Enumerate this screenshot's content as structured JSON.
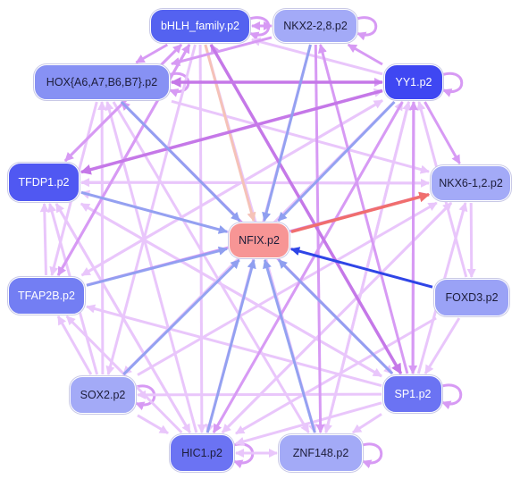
{
  "colors": {
    "edge_light": "#e9c6fb",
    "edge_medium": "#d79af4",
    "edge_strong": "#c578e8",
    "edge_blue": "#8f9ff0",
    "edge_deep_blue": "#2e45e6",
    "edge_red": "#f06e6e",
    "edge_peach": "#f5c2b8"
  },
  "nodes": [
    {
      "id": "bhlh",
      "label": "bHLH_family.p2",
      "fill": "#5462f0",
      "text": "#ffffff"
    },
    {
      "id": "nkx22",
      "label": "NKX2-2,8.p2",
      "fill": "#a3aaf7",
      "text": "#1d1d3a"
    },
    {
      "id": "hox",
      "label": "HOX{A6,A7,B6,B7}.p2",
      "fill": "#8791f4",
      "text": "#1d1d3a"
    },
    {
      "id": "yy1",
      "label": "YY1.p2",
      "fill": "#3f47f2",
      "text": "#ffffff"
    },
    {
      "id": "tfdp1",
      "label": "TFDP1.p2",
      "fill": "#5058f2",
      "text": "#ffffff"
    },
    {
      "id": "nkx61",
      "label": "NKX6-1,2.p2",
      "fill": "#a3aaf7",
      "text": "#1d1d3a"
    },
    {
      "id": "nfix",
      "label": "NFIX.p2",
      "fill": "#f79595",
      "text": "#1d1d3a"
    },
    {
      "id": "tfap2b",
      "label": "TFAP2B.p2",
      "fill": "#737ef3",
      "text": "#ffffff"
    },
    {
      "id": "foxd3",
      "label": "FOXD3.p2",
      "fill": "#9aa2f6",
      "text": "#1d1d3a"
    },
    {
      "id": "sox2",
      "label": "SOX2.p2",
      "fill": "#a3aaf7",
      "text": "#1d1d3a"
    },
    {
      "id": "sp1",
      "label": "SP1.p2",
      "fill": "#6b73f3",
      "text": "#ffffff"
    },
    {
      "id": "hic1",
      "label": "HIC1.p2",
      "fill": "#6b73f3",
      "text": "#1d1d3a"
    },
    {
      "id": "znf148",
      "label": "ZNF148.p2",
      "fill": "#a3aaf7",
      "text": "#1d1d3a"
    }
  ],
  "edges": [
    {
      "from": "bhlh",
      "to": "nkx22",
      "style": "medium"
    },
    {
      "from": "nkx22",
      "to": "bhlh",
      "style": "medium"
    },
    {
      "from": "bhlh",
      "to": "hox",
      "style": "medium"
    },
    {
      "from": "bhlh",
      "to": "tfdp1",
      "style": "medium"
    },
    {
      "from": "bhlh",
      "to": "tfap2b",
      "style": "medium"
    },
    {
      "from": "bhlh",
      "to": "sox2",
      "style": "light"
    },
    {
      "from": "bhlh",
      "to": "hic1",
      "style": "light"
    },
    {
      "from": "bhlh",
      "to": "znf148",
      "style": "light"
    },
    {
      "from": "bhlh",
      "to": "sp1",
      "style": "strong"
    },
    {
      "from": "bhlh",
      "to": "nfix",
      "style": "peach"
    },
    {
      "from": "nkx22",
      "to": "nfix",
      "style": "blue"
    },
    {
      "from": "nkx22",
      "to": "hic1",
      "style": "light"
    },
    {
      "from": "nkx22",
      "to": "znf148",
      "style": "medium"
    },
    {
      "from": "nkx22",
      "to": "hox",
      "style": "medium"
    },
    {
      "from": "yy1",
      "to": "nkx22",
      "style": "medium"
    },
    {
      "from": "yy1",
      "to": "bhlh",
      "style": "light"
    },
    {
      "from": "yy1",
      "to": "hox",
      "style": "strong"
    },
    {
      "from": "yy1",
      "to": "tfdp1",
      "style": "strong"
    },
    {
      "from": "yy1",
      "to": "tfap2b",
      "style": "light"
    },
    {
      "from": "yy1",
      "to": "nkx61",
      "style": "medium"
    },
    {
      "from": "yy1",
      "to": "nfix",
      "style": "blue"
    },
    {
      "from": "yy1",
      "to": "hic1",
      "style": "medium"
    },
    {
      "from": "yy1",
      "to": "znf148",
      "style": "light"
    },
    {
      "from": "yy1",
      "to": "sox2",
      "style": "light"
    },
    {
      "from": "yy1",
      "to": "sp1",
      "style": "medium"
    },
    {
      "from": "hox",
      "to": "nfix",
      "style": "blue"
    },
    {
      "from": "hox",
      "to": "yy1",
      "style": "medium"
    },
    {
      "from": "hox",
      "to": "nkx61",
      "style": "light"
    },
    {
      "from": "hox",
      "to": "sp1",
      "style": "light"
    },
    {
      "from": "hox",
      "to": "znf148",
      "style": "light"
    },
    {
      "from": "hox",
      "to": "tfap2b",
      "style": "light"
    },
    {
      "from": "tfdp1",
      "to": "nfix",
      "style": "blue"
    },
    {
      "from": "tfdp1",
      "to": "nkx61",
      "style": "light"
    },
    {
      "from": "tfdp1",
      "to": "hic1",
      "style": "light"
    },
    {
      "from": "tfdp1",
      "to": "sp1",
      "style": "light"
    },
    {
      "from": "tfdp1",
      "to": "bhlh",
      "style": "medium"
    },
    {
      "from": "tfdp1",
      "to": "yy1",
      "style": "light"
    },
    {
      "from": "tfap2b",
      "to": "tfdp1",
      "style": "light"
    },
    {
      "from": "tfap2b",
      "to": "nfix",
      "style": "blue"
    },
    {
      "from": "tfap2b",
      "to": "nkx61",
      "style": "medium"
    },
    {
      "from": "tfap2b",
      "to": "yy1",
      "style": "light"
    },
    {
      "from": "tfap2b",
      "to": "bhlh",
      "style": "medium"
    },
    {
      "from": "sox2",
      "to": "tfap2b",
      "style": "light"
    },
    {
      "from": "sox2",
      "to": "nfix",
      "style": "blue"
    },
    {
      "from": "sox2",
      "to": "nkx61",
      "style": "light"
    },
    {
      "from": "sox2",
      "to": "hox",
      "style": "light"
    },
    {
      "from": "sox2",
      "to": "tfdp1",
      "style": "light"
    },
    {
      "from": "sox2",
      "to": "hic1",
      "style": "light"
    },
    {
      "from": "hic1",
      "to": "nfix",
      "style": "blue"
    },
    {
      "from": "hic1",
      "to": "znf148",
      "style": "light"
    },
    {
      "from": "hic1",
      "to": "hox",
      "style": "light"
    },
    {
      "from": "hic1",
      "to": "tfdp1",
      "style": "light"
    },
    {
      "from": "hic1",
      "to": "tfap2b",
      "style": "light"
    },
    {
      "from": "hic1",
      "to": "yy1",
      "style": "light"
    },
    {
      "from": "hic1",
      "to": "nkx61",
      "style": "light"
    },
    {
      "from": "znf148",
      "to": "nfix",
      "style": "blue"
    },
    {
      "from": "znf148",
      "to": "hic1",
      "style": "light"
    },
    {
      "from": "znf148",
      "to": "yy1",
      "style": "light"
    },
    {
      "from": "sp1",
      "to": "nfix",
      "style": "blue"
    },
    {
      "from": "sp1",
      "to": "znf148",
      "style": "light"
    },
    {
      "from": "sp1",
      "to": "hic1",
      "style": "light"
    },
    {
      "from": "sp1",
      "to": "tfdp1",
      "style": "light"
    },
    {
      "from": "sp1",
      "to": "tfap2b",
      "style": "light"
    },
    {
      "from": "sp1",
      "to": "sox2",
      "style": "light"
    },
    {
      "from": "sp1",
      "to": "hox",
      "style": "medium"
    },
    {
      "from": "sp1",
      "to": "yy1",
      "style": "medium"
    },
    {
      "from": "sp1",
      "to": "nkx22",
      "style": "medium"
    },
    {
      "from": "sp1",
      "to": "bhlh",
      "style": "medium"
    },
    {
      "from": "sp1",
      "to": "nkx61",
      "style": "light"
    },
    {
      "from": "foxd3",
      "to": "nfix",
      "style": "deep_blue"
    },
    {
      "from": "foxd3",
      "to": "sp1",
      "style": "light"
    },
    {
      "from": "foxd3",
      "to": "tfdp1",
      "style": "light"
    },
    {
      "from": "foxd3",
      "to": "yy1",
      "style": "light"
    },
    {
      "from": "foxd3",
      "to": "hic1",
      "style": "light"
    },
    {
      "from": "nkx61",
      "to": "foxd3",
      "style": "light"
    },
    {
      "from": "nkx61",
      "to": "hic1",
      "style": "light"
    },
    {
      "from": "nkx61",
      "to": "tfdp1",
      "style": "light"
    },
    {
      "from": "nfix",
      "to": "nkx61",
      "style": "red"
    }
  ],
  "self_loops": [
    "bhlh",
    "nkx22",
    "yy1",
    "sp1",
    "sox2",
    "hic1",
    "znf148",
    "hox"
  ]
}
